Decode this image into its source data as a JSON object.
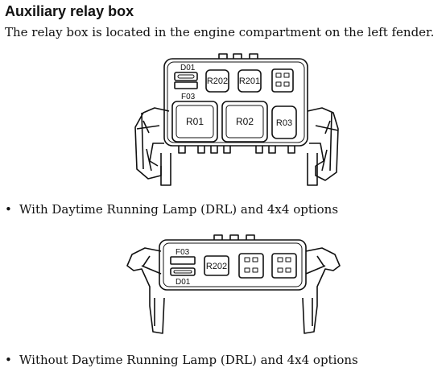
{
  "title": "Auxiliary relay box",
  "intro": "The relay box is located in the engine compartment on the left fender.",
  "bullet_symbol": "•",
  "diagram1": {
    "labels": {
      "d01": "D01",
      "f03": "F03",
      "r202": "R202",
      "r201": "R201",
      "r01": "R01",
      "r02": "R02",
      "r03": "R03"
    },
    "caption": "With Daytime Running Lamp (DRL) and 4x4 options"
  },
  "diagram2": {
    "labels": {
      "f03": "F03",
      "d01": "D01",
      "r202": "R202"
    },
    "caption": "Without Daytime Running Lamp (DRL) and 4x4 options"
  }
}
